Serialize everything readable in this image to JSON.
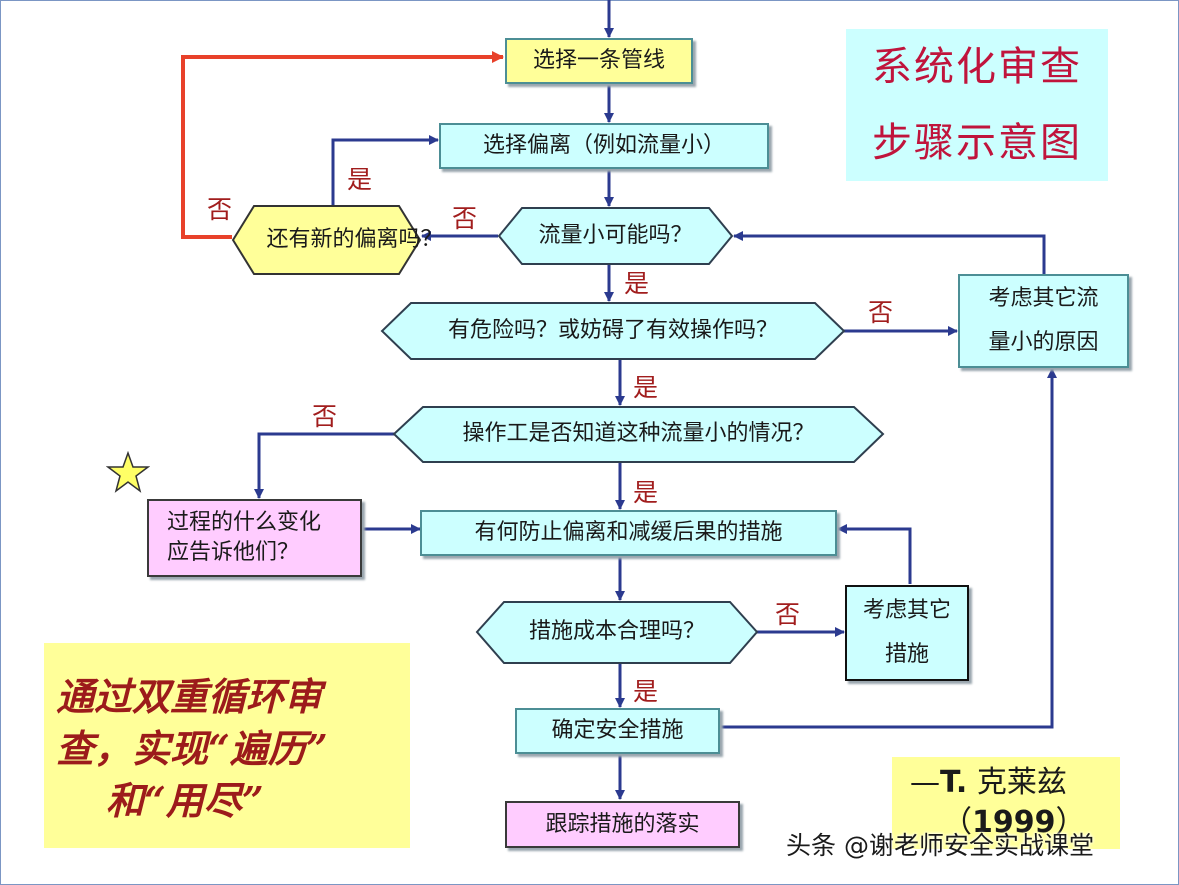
{
  "title": {
    "line1": "系统化审查",
    "line2": "步骤示意图"
  },
  "steps": {
    "select_pipeline": "选择一条管线",
    "select_deviation": "选择偏离（例如流量小）",
    "more_deviations": "还有新的偏离吗？",
    "low_flow_possible": "流量小可能吗？",
    "hazard_or_hinder": "有危险吗？或妨碍了有效操作吗？",
    "other_causes": "考虑其它流量小的原因",
    "operator_knows": "操作工是否知道这种流量小的情况？",
    "what_changes": "过程的什么变化应告诉他们？",
    "prevent_mitigate": "有何防止偏离和减缓后果的措施",
    "cost_reasonable": "措施成本合理吗？",
    "other_measures": "考虑其它措施",
    "confirm_measures": "确定安全措施",
    "track_measures": "跟踪措施的落实"
  },
  "labels": {
    "yes": "是",
    "no": "否"
  },
  "note": {
    "line1": "通过双重循环审",
    "line2": "查，实现“遍历”",
    "line3": "和“用尽”"
  },
  "citation": {
    "author_prefix": "—",
    "author_initial": "T.",
    "author_name": "克莱兹",
    "year_open": "（",
    "year": "1999",
    "year_close": "）"
  },
  "watermark": "头条 @谢老师安全实战课堂",
  "colors": {
    "blue_line": "#2b3a8f",
    "red_line": "#e8412a",
    "title_text": "#c0143c",
    "label_text": "#a11d1d"
  }
}
